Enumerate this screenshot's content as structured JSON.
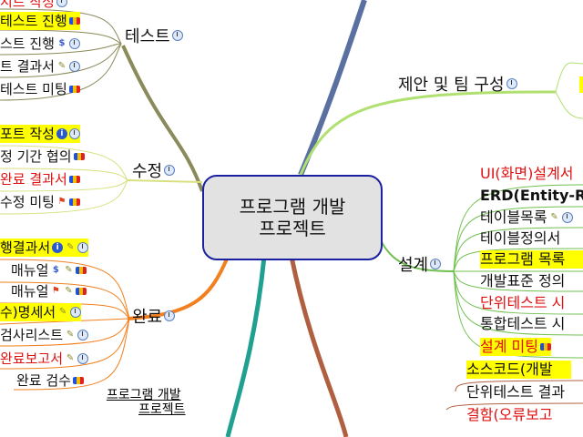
{
  "center": {
    "line1": "프로그램 개발",
    "line2": "프로젝트"
  },
  "branches": {
    "test": {
      "label": "테스트",
      "items": [
        "시트 작성",
        "테스트 진행",
        "스트 진행",
        "트 결과서",
        "테스트 미팅"
      ]
    },
    "fix": {
      "label": "수정",
      "items": [
        "포트 작성",
        "정 기간 협의",
        "완료 결과서",
        "수정 미팅"
      ]
    },
    "done": {
      "label": "완료",
      "items": [
        "행결과서",
        "매뉴얼",
        "매뉴얼",
        "수)명세서",
        "검사리스트",
        "완료보고서",
        "완료 검수"
      ]
    },
    "proposal": {
      "label": "제안 및 팀 구성"
    },
    "design": {
      "label": "설계",
      "items": [
        "UI(화면)설계서",
        "ERD(Entity-R",
        "테이블목록",
        "테이블정의서",
        "프로그램 목록",
        "개발표준 정의",
        "단위테스트 시",
        "통합테스트 시",
        "설계 미팅"
      ]
    },
    "dev": {
      "items": [
        "소스코드(개발",
        "단위테스트 결과",
        "결함(오류보고"
      ]
    }
  },
  "footer": {
    "line1": "프로그램 개발",
    "line2": "프로젝트"
  },
  "colors": {
    "highlight": "#ffff00",
    "red_text": "#e01010",
    "center_border": "#1a20a0"
  }
}
